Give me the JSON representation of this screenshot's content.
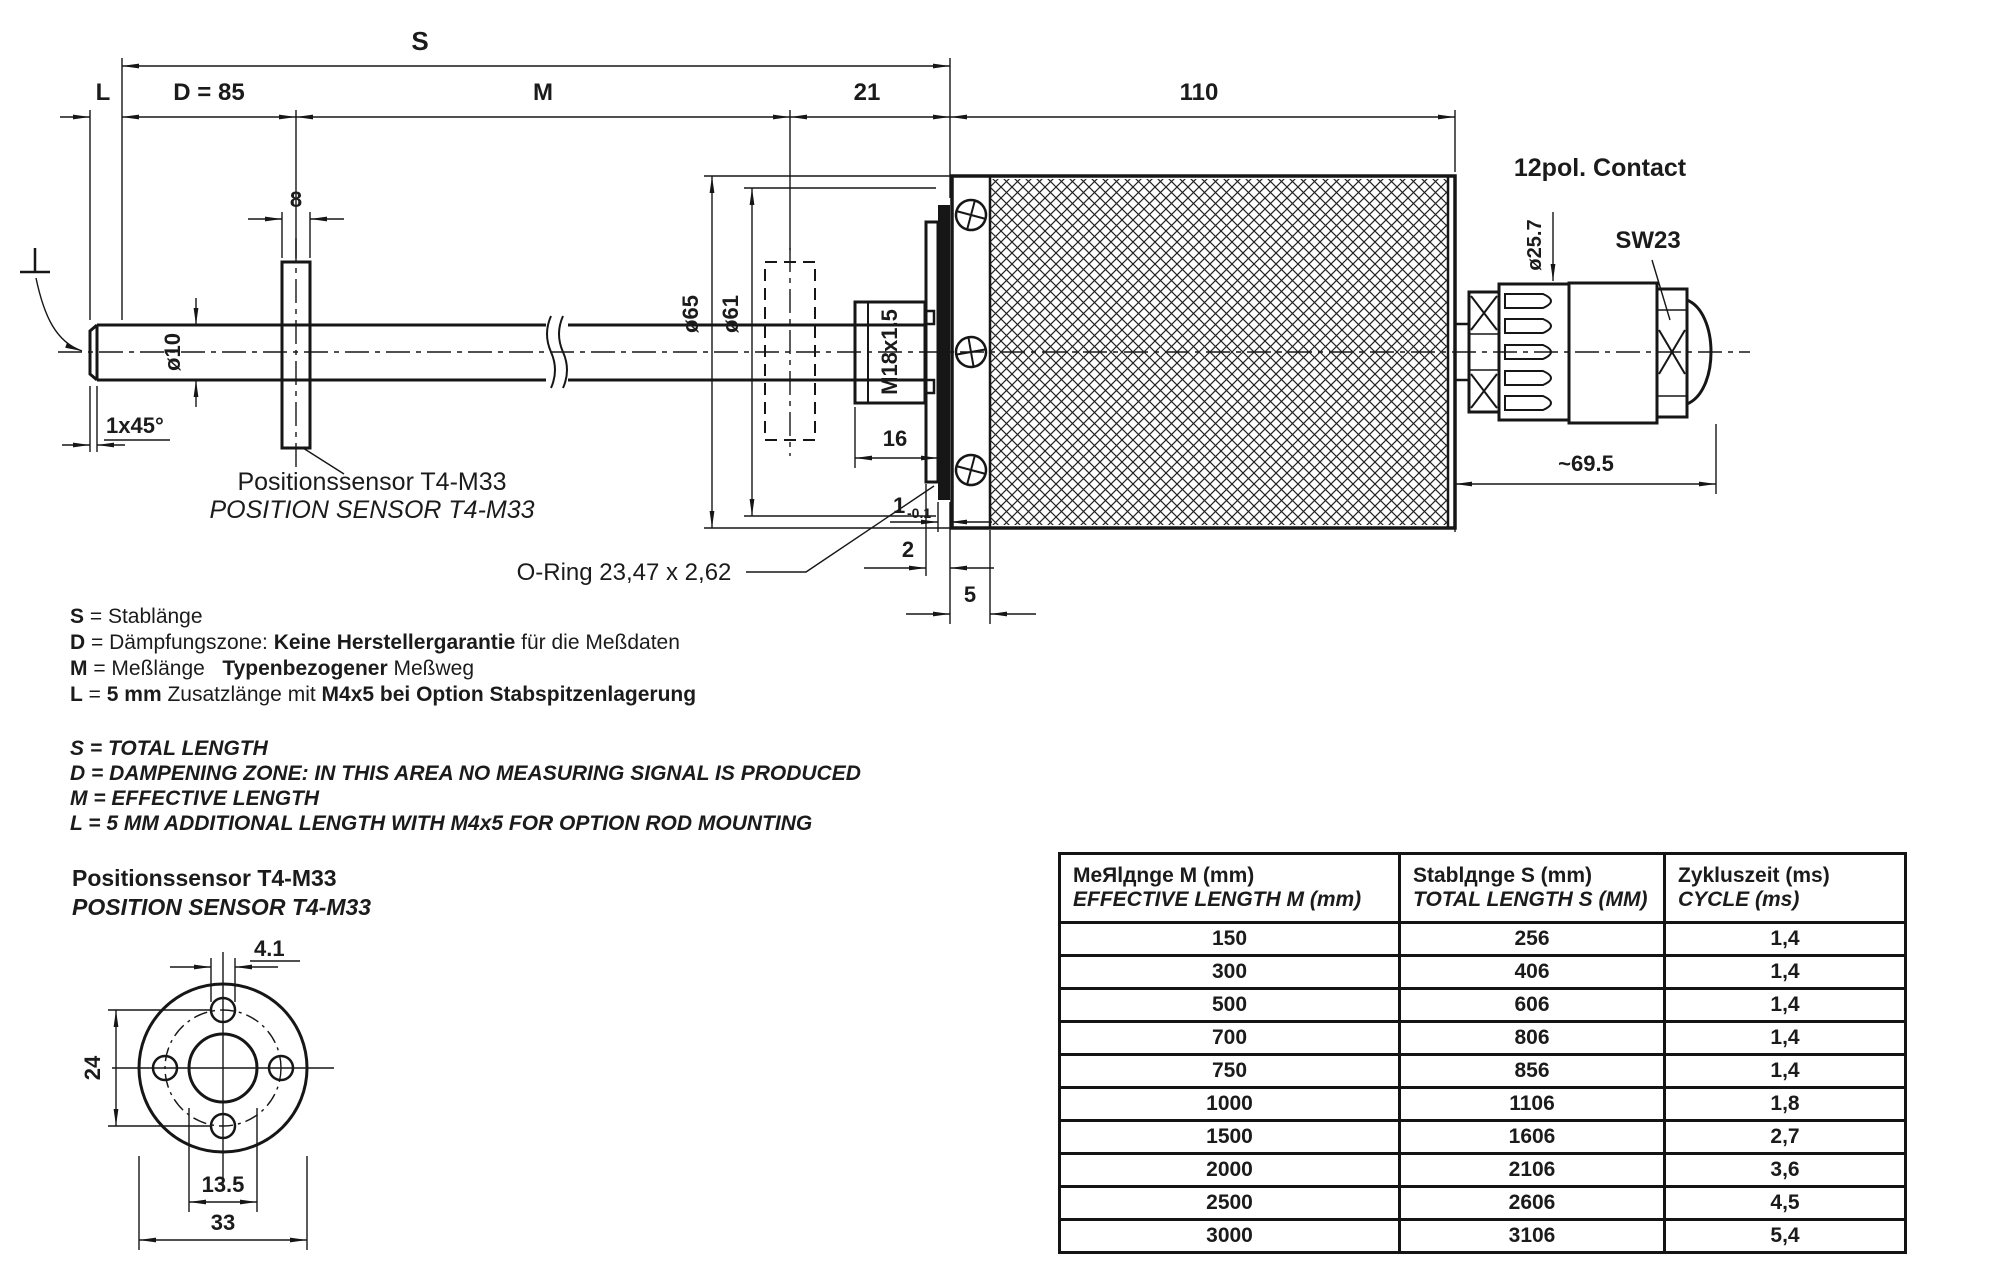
{
  "drawing": {
    "dims": {
      "s": "S",
      "l": "L",
      "d": "D = 85",
      "m": "M",
      "d21": "21",
      "d110": "110",
      "d8": "8",
      "dia10": "ø10",
      "dia65": "ø65",
      "dia61": "ø61",
      "thread": "M18x1.5",
      "chamfer": "1x45°",
      "d16": "16",
      "d1": "1",
      "d1tol": "-0.1",
      "d2": "2",
      "d5": "5",
      "dia257": "ø25.7",
      "sw": "SW23",
      "contact": "12pol. Contact",
      "d695": "~69.5"
    },
    "labels": {
      "sensor_de": "Positionssensor T4-M33",
      "sensor_en": "POSITION SENSOR T4-M33",
      "oring": "O-Ring 23,47 x 2,62"
    }
  },
  "legend_de": [
    [
      {
        "t": "S",
        "b": true
      },
      {
        "t": " = Stablänge",
        "b": false
      }
    ],
    [
      {
        "t": "D",
        "b": true
      },
      {
        "t": " = Dämpfungszone: ",
        "b": false
      },
      {
        "t": "Keine Herstellergarantie",
        "b": true
      },
      {
        "t": " für die Meßdaten",
        "b": false
      }
    ],
    [
      {
        "t": "M",
        "b": true
      },
      {
        "t": " = Meßlänge   ",
        "b": false
      },
      {
        "t": "Typenbezogener",
        "b": true
      },
      {
        "t": " Meßweg",
        "b": false
      }
    ],
    [
      {
        "t": "L",
        "b": true
      },
      {
        "t": " = ",
        "b": false
      },
      {
        "t": "5 mm",
        "b": true
      },
      {
        "t": " Zusatzlänge mit ",
        "b": false
      },
      {
        "t": "M4x5 bei Option Stabspitzenlagerung",
        "b": true
      }
    ]
  ],
  "legend_en": [
    "S = TOTAL LENGTH",
    "D = DAMPENING ZONE: IN THIS AREA NO MEASURING SIGNAL IS PRODUCED",
    "M = EFFECTIVE LENGTH",
    "L = 5 MM ADDITIONAL LENGTH WITH M4x5 FOR OPTION ROD MOUNTING"
  ],
  "flange_view": {
    "title_de": "Positionssensor T4-M33",
    "title_en": "POSITION SENSOR T4-M33",
    "d41": "4.1",
    "d24": "24",
    "d135": "13.5",
    "d33": "33"
  },
  "table": {
    "headers": [
      {
        "de": "MeЯlдnge M (mm)",
        "en": "EFFECTIVE LENGTH M (mm)"
      },
      {
        "de": "Stablдnge S (mm)",
        "en": "TOTAL LENGTH S (MM)"
      },
      {
        "de": "Zykluszeit (ms)",
        "en": "CYCLE (ms)"
      }
    ],
    "rows": [
      [
        "150",
        "256",
        "1,4"
      ],
      [
        "300",
        "406",
        "1,4"
      ],
      [
        "500",
        "606",
        "1,4"
      ],
      [
        "700",
        "806",
        "1,4"
      ],
      [
        "750",
        "856",
        "1,4"
      ],
      [
        "1000",
        "1106",
        "1,8"
      ],
      [
        "1500",
        "1606",
        "2,7"
      ],
      [
        "2000",
        "2106",
        "3,6"
      ],
      [
        "2500",
        "2606",
        "4,5"
      ],
      [
        "3000",
        "3106",
        "5,4"
      ]
    ]
  }
}
